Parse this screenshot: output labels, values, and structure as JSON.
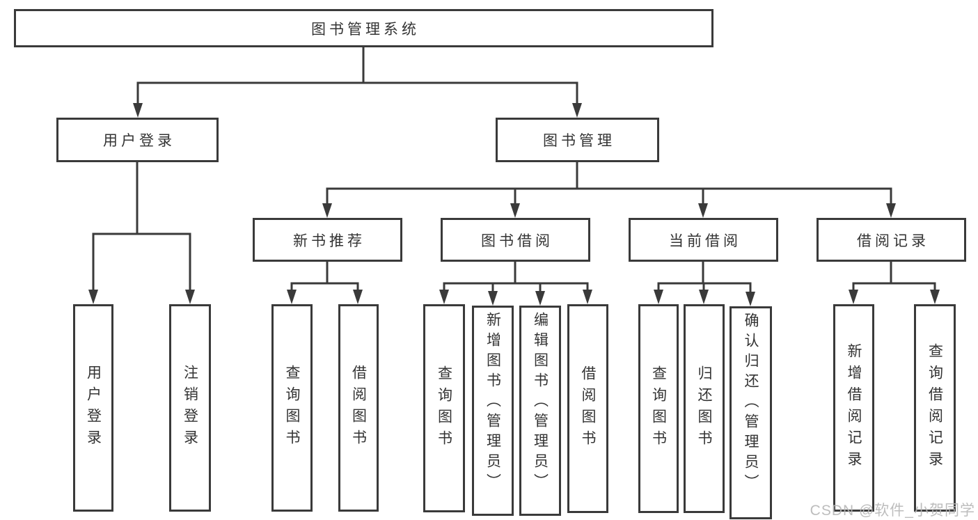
{
  "diagram_title": "图书管理系统",
  "watermark": "CSDN @软件_小贺同学",
  "colors": {
    "line": "#3a3a3a",
    "text": "#333333",
    "watermark": "#b6b6b6",
    "background": "#ffffff"
  },
  "tree": {
    "root": {
      "label": "图书管理系统"
    },
    "branches": [
      {
        "label": "用户登录",
        "children": [
          {
            "label": "用户登录"
          },
          {
            "label": "注销登录"
          }
        ]
      },
      {
        "label": "图书管理",
        "children": [
          {
            "label": "新书推荐",
            "children": [
              {
                "label": "查询图书"
              },
              {
                "label": "借阅图书"
              }
            ]
          },
          {
            "label": "图书借阅",
            "children": [
              {
                "label": "查询图书"
              },
              {
                "label": "新增图书（管理员）"
              },
              {
                "label": "编辑图书（管理员）"
              },
              {
                "label": "借阅图书"
              }
            ]
          },
          {
            "label": "当前借阅",
            "children": [
              {
                "label": "查询图书"
              },
              {
                "label": "归还图书"
              },
              {
                "label": "确认归还（管理员）"
              }
            ]
          },
          {
            "label": "借阅记录",
            "children": [
              {
                "label": "新增借阅记录"
              },
              {
                "label": "查询借阅记录"
              }
            ]
          }
        ]
      }
    ]
  }
}
